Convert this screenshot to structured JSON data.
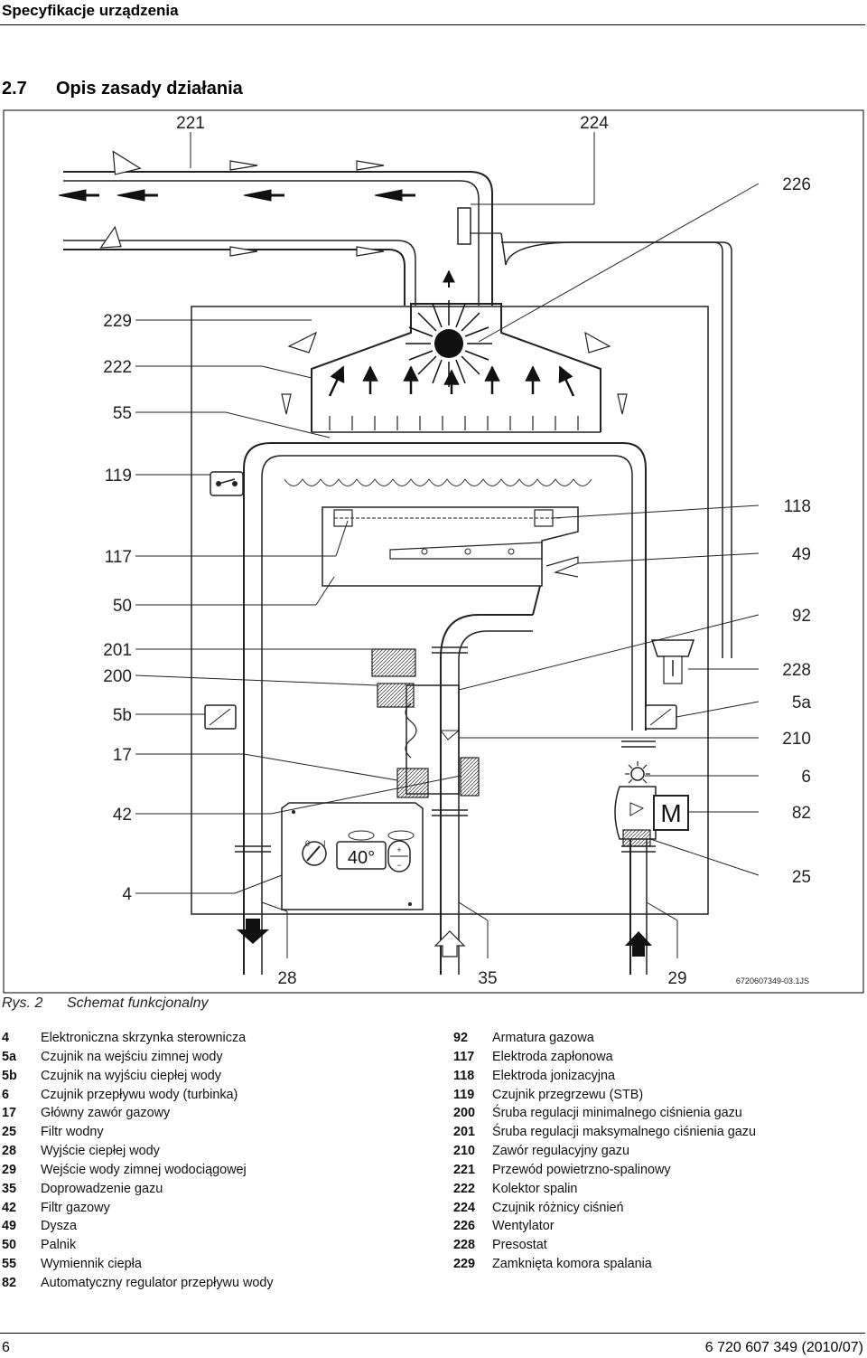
{
  "header": {
    "title": "Specyfikacje urządzenia"
  },
  "section": {
    "number": "2.7",
    "title": "Opis zasady działania"
  },
  "figure": {
    "code": "6720607349-03.1JS",
    "display_value": "40°",
    "motor_label": "M",
    "labels": {
      "l4": "4",
      "l17": "17",
      "l42": "42",
      "l5b": "5b",
      "l200": "200",
      "l201": "201",
      "l50": "50",
      "l117": "117",
      "l119": "119",
      "l55": "55",
      "l222": "222",
      "l229": "229",
      "l221": "221",
      "l224": "224",
      "l226": "226",
      "l118": "118",
      "l49": "49",
      "l92": "92",
      "l228": "228",
      "l5a": "5a",
      "l210": "210",
      "l6": "6",
      "l82": "82",
      "l25": "25",
      "l28": "28",
      "l35": "35",
      "l29": "29"
    }
  },
  "caption": {
    "prefix": "Rys. 2",
    "text": "Schemat funkcjonalny"
  },
  "legend_left": [
    {
      "key": "4",
      "text": "Elektroniczna skrzynka sterownicza"
    },
    {
      "key": "5a",
      "text": "Czujnik na wejściu zimnej wody"
    },
    {
      "key": "5b",
      "text": "Czujnik na wyjściu ciepłej wody"
    },
    {
      "key": "6",
      "text": "Czujnik przepływu wody (turbinka)"
    },
    {
      "key": "17",
      "text": "Główny zawór gazowy"
    },
    {
      "key": "25",
      "text": "Filtr wodny"
    },
    {
      "key": "28",
      "text": "Wyjście ciepłej wody"
    },
    {
      "key": "29",
      "text": "Wejście wody zimnej wodociągowej"
    },
    {
      "key": "35",
      "text": "Doprowadzenie gazu"
    },
    {
      "key": "42",
      "text": "Filtr gazowy"
    },
    {
      "key": "49",
      "text": "Dysza"
    },
    {
      "key": "50",
      "text": "Palnik"
    },
    {
      "key": "55",
      "text": "Wymiennik ciepła"
    },
    {
      "key": "82",
      "text": "Automatyczny regulator przepływu wody"
    }
  ],
  "legend_right": [
    {
      "key": "92",
      "text": "Armatura gazowa"
    },
    {
      "key": "117",
      "text": "Elektroda zapłonowa"
    },
    {
      "key": "118",
      "text": "Elektroda jonizacyjna"
    },
    {
      "key": "119",
      "text": "Czujnik przegrzewu (STB)"
    },
    {
      "key": "200",
      "text": "Śruba regulacji minimalnego ciśnienia gazu"
    },
    {
      "key": "201",
      "text": "Śruba regulacji maksymalnego ciśnienia gazu"
    },
    {
      "key": "210",
      "text": "Zawór regulacyjny gazu"
    },
    {
      "key": "221",
      "text": "Przewód powietrzno-spalinowy"
    },
    {
      "key": "222",
      "text": "Kolektor spalin"
    },
    {
      "key": "224",
      "text": "Czujnik różnicy ciśnień"
    },
    {
      "key": "226",
      "text": "Wentylator"
    },
    {
      "key": "228",
      "text": "Presostat"
    },
    {
      "key": "229",
      "text": "Zamknięta komora spalania"
    }
  ],
  "footer": {
    "page": "6",
    "doc": "6 720 607 349 (2010/07)"
  }
}
